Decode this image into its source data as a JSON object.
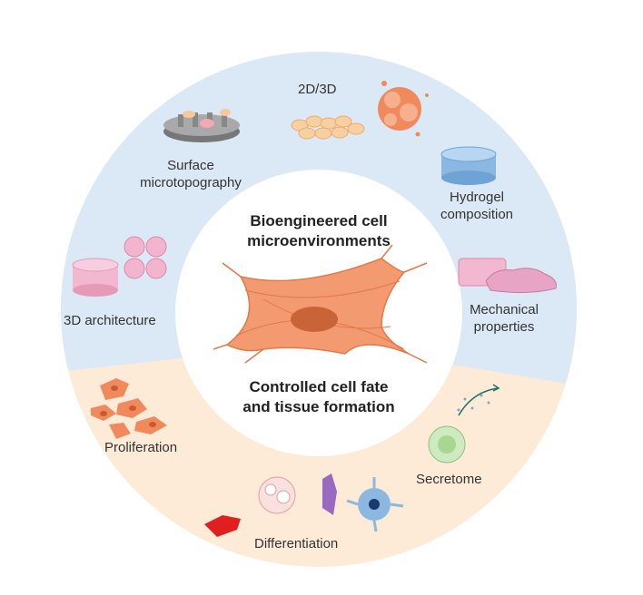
{
  "colors": {
    "top_region": "#dbe8f5",
    "bottom_region": "#fdebd8",
    "cell": "#f08a5d",
    "nucleus": "#c85a30"
  },
  "center": {
    "top_line1": "Bioengineered cell",
    "top_line2": "microenvironments",
    "bottom_line1": "Controlled cell fate",
    "bottom_line2": "and tissue formation"
  },
  "top_labels": {
    "twod_threed": "2D/3D",
    "surface_line1": "Surface",
    "surface_line2": "microtopography",
    "hydrogel_line1": "Hydrogel",
    "hydrogel_line2": "composition",
    "mechanical_line1": "Mechanical",
    "mechanical_line2": "properties",
    "architecture": "3D architecture"
  },
  "bottom_labels": {
    "proliferation": "Proliferation",
    "differentiation": "Differentiation",
    "secretome": "Secretome"
  }
}
